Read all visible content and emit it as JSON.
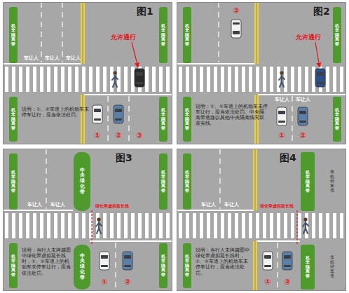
{
  "diagram": {
    "nodes": [
      {
        "text": [
          "图1",
          "说明：①、②车道上的机动车未停车让行，应当依法处罚。"
        ]
      },
      {
        "text": [
          "机非隔离带"
        ],
        "in": 0
      },
      {
        "text": [
          "机非隔离带"
        ],
        "in": 0
      },
      {
        "text": [
          "机非隔离带"
        ],
        "in": 0
      },
      {
        "text": [
          "机非隔离带"
        ],
        "in": 0
      },
      {
        "text": [
          "图2",
          "说明：①、②车道上的机动车未停车让行，应当依法处罚。中央隔离带道路以其他中央隔离线同双黄实线。"
        ]
      },
      {
        "text": [
          "机非隔离带"
        ],
        "in": 5
      },
      {
        "text": [
          "机非隔离带"
        ],
        "in": 5
      },
      {
        "text": [
          "机非隔离带"
        ],
        "in": 5
      },
      {
        "text": [
          "机非隔离带"
        ],
        "in": 5
      },
      {
        "text": [
          "图3",
          "说明：当行人未跨越图中绿化带虚拟延长线时，①、②车道上的机动车未停车让行，应当依法处罚。"
        ]
      },
      {
        "text": [
          "机非隔离带"
        ],
        "in": 10
      },
      {
        "text": [
          "机非隔离带"
        ],
        "in": 10
      },
      {
        "text": [
          "机非隔离带"
        ],
        "in": 10
      },
      {
        "text": [
          "机非隔离带"
        ],
        "in": 10
      },
      {
        "text": [
          "中央绿化带"
        ],
        "in": 10
      },
      {
        "text": [
          "中央绿化带"
        ],
        "in": 10
      },
      {
        "text": [
          "图4",
          "说明：当行人未跨越图中绿化带虚拟延长线时，①、②车道上的机动车未停车让行，应当依法处罚。"
        ]
      },
      {
        "text": [
          "机非隔离带"
        ],
        "in": 17
      },
      {
        "text": [
          "机非隔离带"
        ],
        "in": 17
      },
      {
        "text": [
          "机非隔离带"
        ],
        "in": 17
      },
      {
        "text": [
          "机非隔离带"
        ],
        "in": 17
      }
    ],
    "labels": [
      "车让人",
      "车让人",
      "车让人",
      "允许通行",
      "①",
      "②",
      "③",
      "②",
      "允许通行",
      "车让人",
      "车让人",
      "①",
      "②",
      "车让人",
      "车让人",
      "绿化带虚拟延长线",
      "①",
      "②",
      "车让人",
      "车让人",
      "绿化带虚拟延长线",
      "非机动车道",
      "非机动车道",
      "①",
      "②"
    ]
  }
}
